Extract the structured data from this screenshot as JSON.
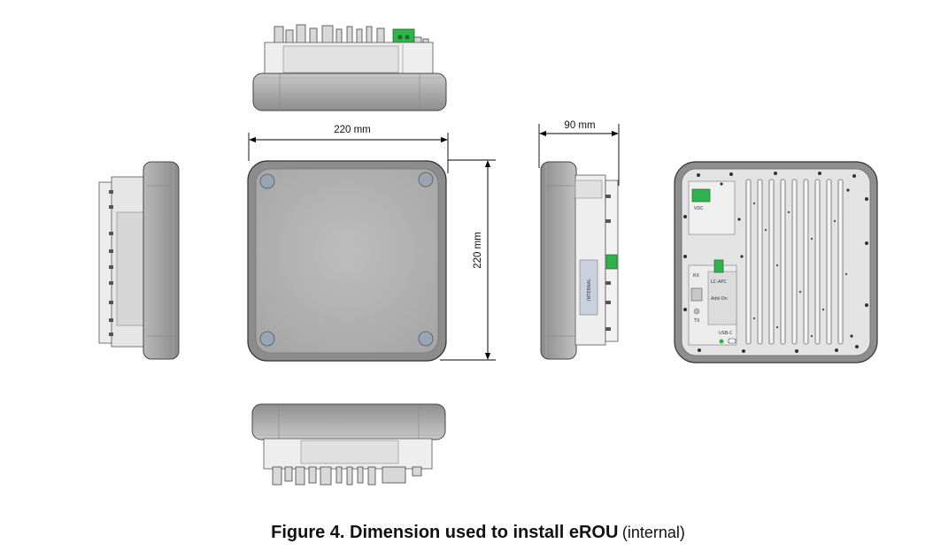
{
  "dimensions": {
    "width": "220 mm",
    "height": "220 mm",
    "depth": "90 mm"
  },
  "rear_panel_labels": {
    "vdc": "VDC",
    "rx": "RX",
    "tx": "TX",
    "lc_apc": "LC-APC",
    "add_on": "Add-On",
    "usb_c": "USB-C"
  },
  "side_label_text": "INTERNAL",
  "caption": {
    "main": "Figure 4. Dimension used to install eROU",
    "suffix": "(internal)"
  }
}
